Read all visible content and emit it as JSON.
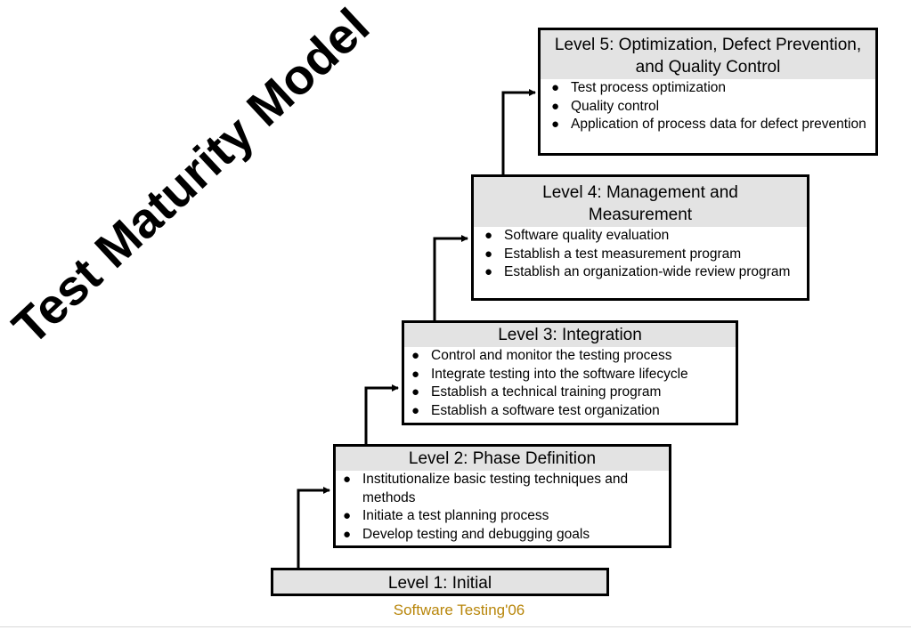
{
  "title": "Test Maturity Model",
  "levels": [
    {
      "header": "Level 1: Initial",
      "items": []
    },
    {
      "header": "Level 2: Phase Definition",
      "items": [
        "Institutionalize basic testing techniques and methods",
        "Initiate a test planning process",
        "Develop testing and debugging goals"
      ]
    },
    {
      "header": "Level 3: Integration",
      "items": [
        "Control and monitor the testing process",
        "Integrate testing into the software lifecycle",
        "Establish a technical training program",
        "Establish a software test organization"
      ]
    },
    {
      "header": "Level 4: Management and Measurement",
      "items": [
        "Software quality evaluation",
        "Establish a test measurement program",
        "Establish an organization-wide review program"
      ]
    },
    {
      "header": "Level 5: Optimization, Defect Prevention, and Quality Control",
      "items": [
        "Test process optimization",
        "Quality control",
        "Application of process data for defect prevention"
      ]
    }
  ],
  "footer": "Software Testing'06"
}
